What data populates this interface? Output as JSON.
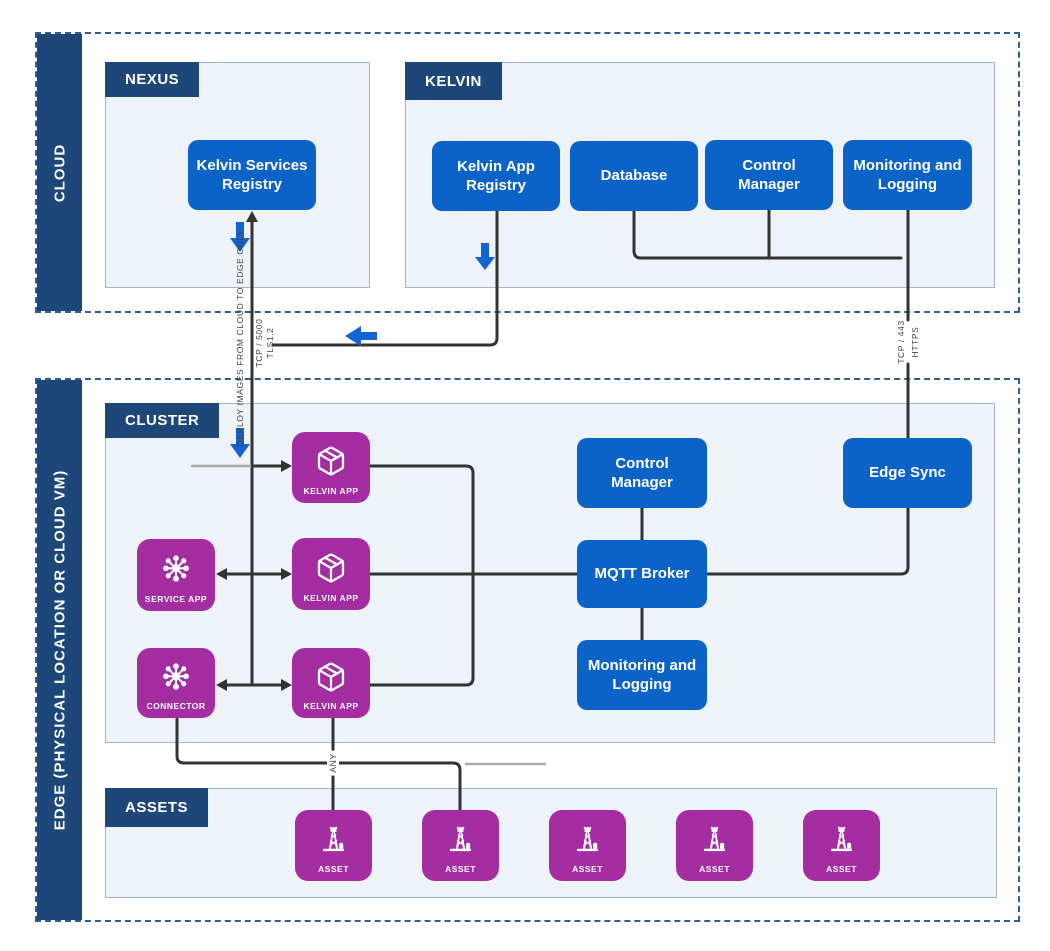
{
  "diagram": {
    "cloud": {
      "label": "CLOUD",
      "nexus": {
        "tab": "NEXUS",
        "services_registry": "Kelvin Services Registry"
      },
      "kelvin": {
        "tab": "KELVIN",
        "app_registry": "Kelvin App Registry",
        "database": "Database",
        "control_manager": "Control Manager",
        "monitoring": "Monitoring and Logging"
      }
    },
    "edge": {
      "label": "EDGE  (PHYSICAL LOCATION OR CLOUD VM)",
      "cluster": {
        "tab": "CLUSTER",
        "kelvin_app_1": "KELVIN APP",
        "kelvin_app_2": "KELVIN APP",
        "kelvin_app_3": "KELVIN APP",
        "service_app": "SERVICE APP",
        "connector": "CONNECTOR",
        "control_manager": "Control Manager",
        "mqtt_broker": "MQTT Broker",
        "monitoring": "Monitoring and Logging",
        "edge_sync": "Edge Sync"
      },
      "assets": {
        "tab": "ASSETS",
        "items": [
          {
            "label": "ASSET"
          },
          {
            "label": "ASSET"
          },
          {
            "label": "ASSET"
          },
          {
            "label": "ASSET"
          },
          {
            "label": "ASSET"
          }
        ]
      }
    },
    "connection_labels": {
      "deploy": "DEPLOY IMAGES FROM CLOUD TO EDGE ONLY",
      "tcp_5000": "TCP / 5000",
      "tls": "TLS1.2",
      "tcp_443": "TCP / 443",
      "https": "HTTPS",
      "any": "ANY"
    },
    "colors": {
      "navy": "#1c4778",
      "node_blue": "#0c63c7",
      "magenta": "#a42da1",
      "arrow_blue": "#1463d2",
      "wire": "#333333",
      "panel_bg": "#eef3f9",
      "panel_border": "#9fb6d4",
      "dashed_border": "#2e5d99"
    }
  }
}
